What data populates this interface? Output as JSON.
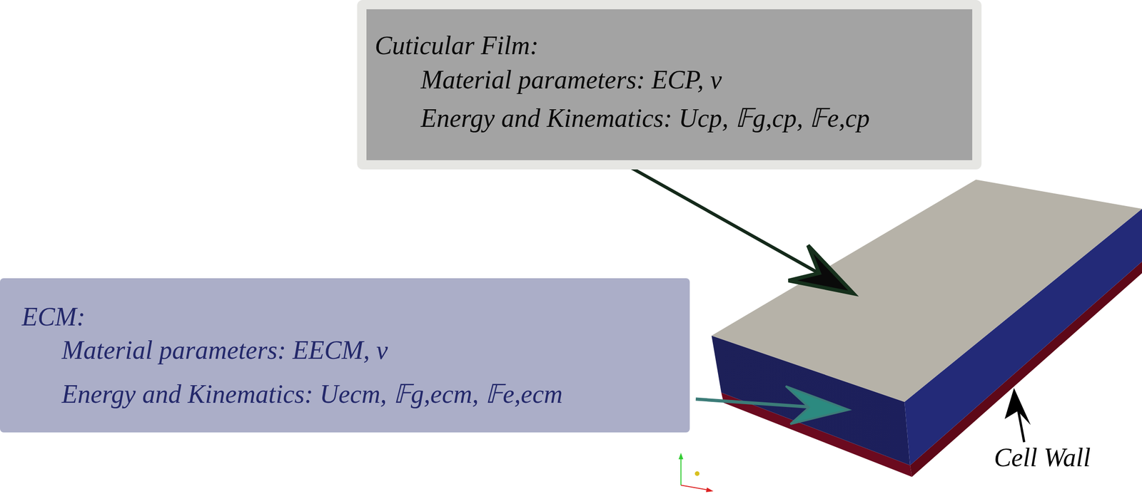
{
  "diagram": {
    "nodes": [
      {
        "text": [
          "Cuticular Film:",
          "Material parameters: ECP, ν",
          "Energy and Kinematics: Ucp, 𝔽g,cp, 𝔽e,cp"
        ]
      },
      {
        "text": [
          "ECM:",
          "Material parameters: EECM, ν",
          "Energy and Kinematics: Uecm, 𝔽g,ecm, 𝔽e,ecm"
        ]
      }
    ],
    "labels": [
      "Cell Wall"
    ]
  }
}
